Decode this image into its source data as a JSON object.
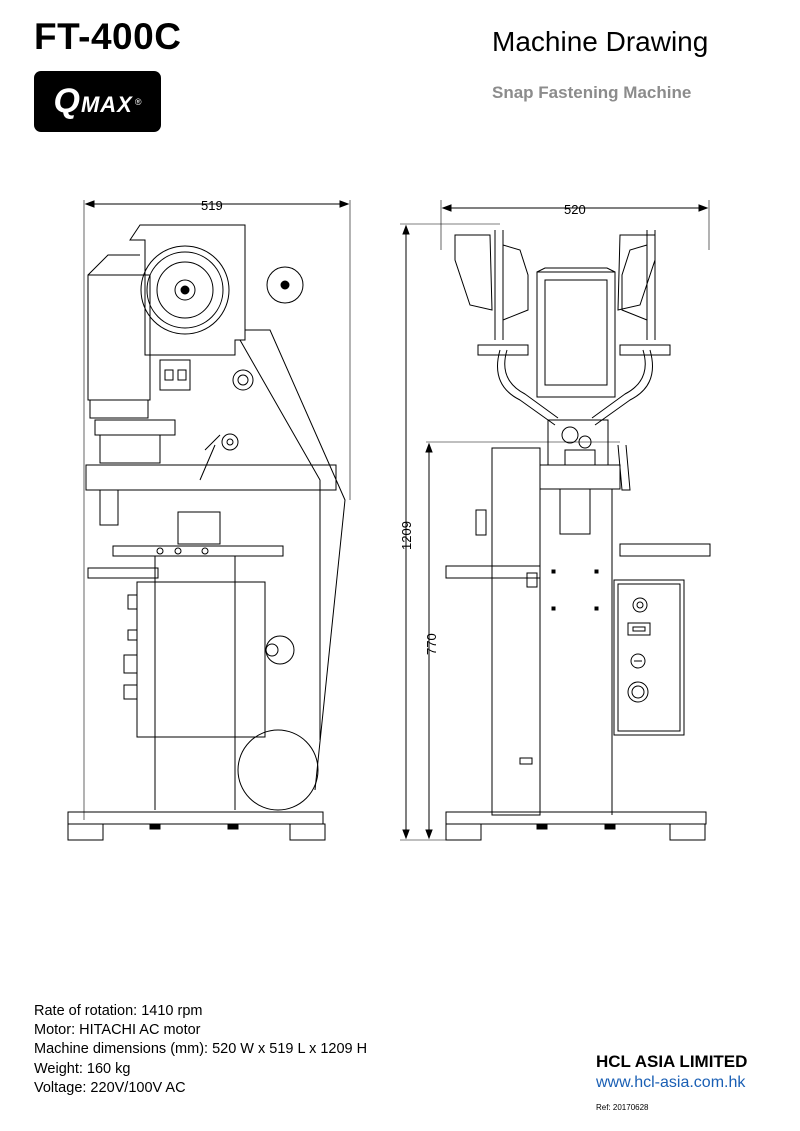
{
  "header": {
    "model": "FT-400C",
    "logo_text": "QMAX",
    "logo_mark": "®",
    "drawing_title": "Machine Drawing",
    "subtitle": "Snap Fastening Machine"
  },
  "dimensions": {
    "side_view_length": "519",
    "front_view_width": "520",
    "overall_height": "1209",
    "table_height": "770"
  },
  "specs": [
    "Rate of rotation: 1410 rpm",
    "Motor: HITACHI AC motor",
    "Machine dimensions (mm): 520 W  x 519 L x 1209 H",
    "Weight: 160 kg",
    "Voltage: 220V/100V AC"
  ],
  "footer": {
    "company": "HCL ASIA LIMITED",
    "website": "www.hcl-asia.com.hk",
    "ref": "Ref: 20170628"
  },
  "colors": {
    "subtitle": "#8c8c8c",
    "website_link": "#1a5fb4",
    "logo_bg": "#000000"
  }
}
